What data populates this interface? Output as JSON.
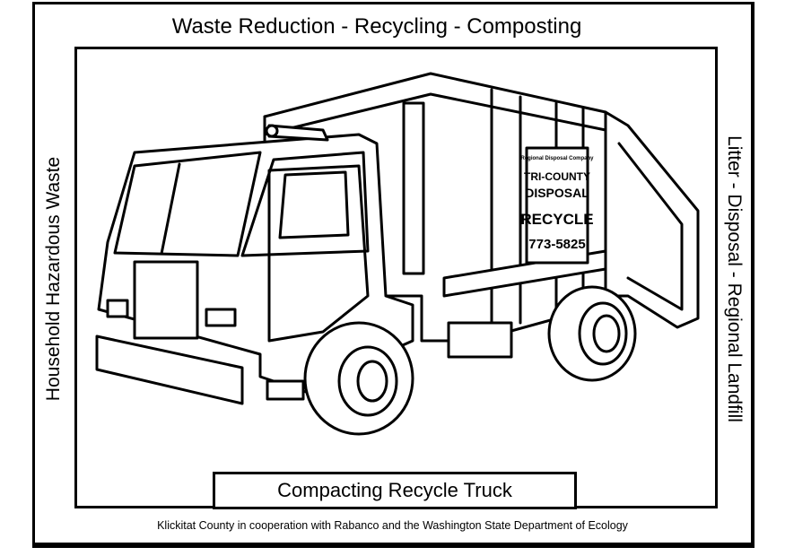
{
  "top_label": "Waste Reduction - Recycling - Composting",
  "left_label": "Household Hazardous Waste",
  "right_label": "Litter - Disposal - Regional Landfill",
  "caption": "Compacting Recycle Truck",
  "footer": "Klickitat County in cooperation with Rabanco and the Washington State Department of Ecology",
  "truck_sign": {
    "company": "Regional Disposal Company",
    "line1": "TRI-COUNTY",
    "line2": "DISPOSAL",
    "line3": "RECYCLE",
    "phone": "773-5825"
  },
  "colors": {
    "ink": "#000000",
    "paper": "#ffffff"
  }
}
